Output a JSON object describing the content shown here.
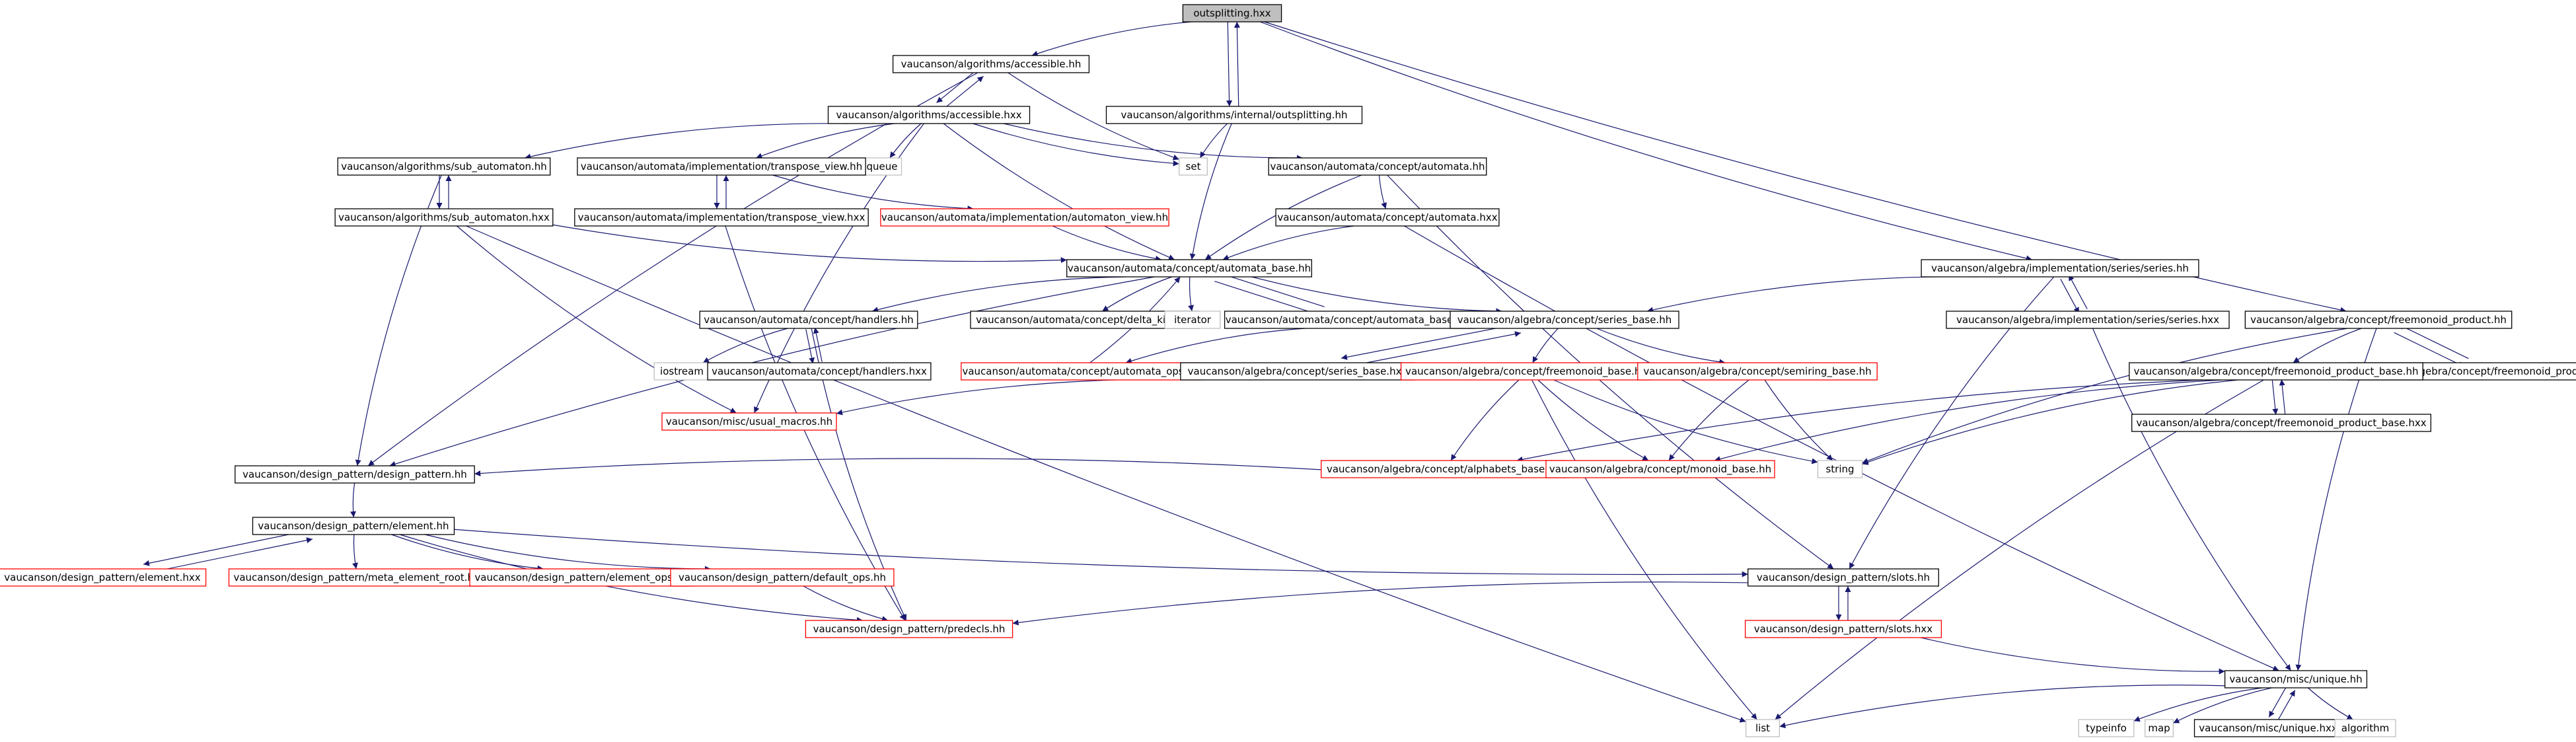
{
  "colors": {
    "edge": "#191970",
    "edge_stroke_color": "#191970",
    "border_documented": "#000000",
    "border_undocumented": "#ff0000",
    "border_system": "#bfbfbf",
    "root_fill": "#bfbfbf",
    "node_fill": "#ffffff",
    "text": "#000000"
  },
  "nodes": [
    {
      "id": "n0",
      "label": "outsplitting.hxx",
      "kind": "root"
    },
    {
      "id": "n1",
      "label": "vaucanson/algorithms/accessible.hh",
      "kind": "doc"
    },
    {
      "id": "n2",
      "label": "vaucanson/algorithms/internal/outsplitting.hh",
      "kind": "doc"
    },
    {
      "id": "n3",
      "label": "vaucanson/algebra/implementation/series/series.hh",
      "kind": "doc"
    },
    {
      "id": "n4",
      "label": "vaucanson/algebra/concept/freemonoid_product.hh",
      "kind": "doc"
    },
    {
      "id": "n5",
      "label": "vaucanson/algorithms/accessible.hxx",
      "kind": "doc"
    },
    {
      "id": "n6",
      "label": "set",
      "kind": "sys"
    },
    {
      "id": "n7",
      "label": "queue",
      "kind": "sys"
    },
    {
      "id": "n8",
      "label": "vaucanson/algorithms/sub_automaton.hh",
      "kind": "doc"
    },
    {
      "id": "n9",
      "label": "vaucanson/automata/implementation/transpose_view.hh",
      "kind": "doc"
    },
    {
      "id": "n10",
      "label": "vaucanson/automata/concept/automata.hh",
      "kind": "doc"
    },
    {
      "id": "n11",
      "label": "vaucanson/algorithms/sub_automaton.hxx",
      "kind": "doc"
    },
    {
      "id": "n12",
      "label": "vaucanson/automata/implementation/transpose_view.hxx",
      "kind": "doc"
    },
    {
      "id": "n13",
      "label": "vaucanson/automata/implementation/automaton_view.hh",
      "kind": "undoc"
    },
    {
      "id": "n14",
      "label": "vaucanson/automata/concept/automata.hxx",
      "kind": "doc"
    },
    {
      "id": "n15",
      "label": "vaucanson/automata/concept/automata_base.hh",
      "kind": "doc"
    },
    {
      "id": "n16",
      "label": "vaucanson/algebra/implementation/series/series.hxx",
      "kind": "doc"
    },
    {
      "id": "n17",
      "label": "vaucanson/automata/concept/handlers.hh",
      "kind": "doc"
    },
    {
      "id": "n18",
      "label": "vaucanson/automata/concept/delta_kind.hh",
      "kind": "doc"
    },
    {
      "id": "n19",
      "label": "iterator",
      "kind": "sys"
    },
    {
      "id": "n20",
      "label": "vaucanson/automata/concept/automata_base.hxx",
      "kind": "doc"
    },
    {
      "id": "n21",
      "label": "vaucanson/algebra/concept/series_base.hh",
      "kind": "doc"
    },
    {
      "id": "n22",
      "label": "vaucanson/algebra/concept/freemonoid_product.hxx",
      "kind": "doc"
    },
    {
      "id": "n23",
      "label": "vaucanson/algebra/concept/freemonoid_product_base.hh",
      "kind": "doc"
    },
    {
      "id": "n24",
      "label": "iostream",
      "kind": "sys"
    },
    {
      "id": "n25",
      "label": "vaucanson/automata/concept/handlers.hxx",
      "kind": "doc"
    },
    {
      "id": "n26",
      "label": "vaucanson/automata/concept/automata_ops.hh",
      "kind": "undoc"
    },
    {
      "id": "n27",
      "label": "vaucanson/algebra/concept/series_base.hxx",
      "kind": "doc"
    },
    {
      "id": "n28",
      "label": "vaucanson/algebra/concept/freemonoid_base.hh",
      "kind": "undoc"
    },
    {
      "id": "n29",
      "label": "vaucanson/algebra/concept/semiring_base.hh",
      "kind": "undoc"
    },
    {
      "id": "n30",
      "label": "vaucanson/misc/usual_macros.hh",
      "kind": "undoc"
    },
    {
      "id": "n31",
      "label": "vaucanson/algebra/concept/alphabets_base.hh",
      "kind": "undoc"
    },
    {
      "id": "n32",
      "label": "vaucanson/algebra/concept/monoid_base.hh",
      "kind": "undoc"
    },
    {
      "id": "n33",
      "label": "string",
      "kind": "sys"
    },
    {
      "id": "n34",
      "label": "vaucanson/algebra/concept/freemonoid_product_base.hxx",
      "kind": "doc"
    },
    {
      "id": "n35",
      "label": "vaucanson/design_pattern/design_pattern.hh",
      "kind": "doc"
    },
    {
      "id": "n36",
      "label": "vaucanson/design_pattern/element.hh",
      "kind": "doc"
    },
    {
      "id": "n37",
      "label": "vaucanson/design_pattern/element.hxx",
      "kind": "undoc"
    },
    {
      "id": "n38",
      "label": "vaucanson/design_pattern/meta_element_root.hh",
      "kind": "undoc"
    },
    {
      "id": "n39",
      "label": "vaucanson/design_pattern/element_ops.hh",
      "kind": "undoc"
    },
    {
      "id": "n40",
      "label": "vaucanson/design_pattern/default_ops.hh",
      "kind": "undoc"
    },
    {
      "id": "n41",
      "label": "vaucanson/design_pattern/slots.hh",
      "kind": "doc"
    },
    {
      "id": "n42",
      "label": "vaucanson/design_pattern/predecls.hh",
      "kind": "undoc"
    },
    {
      "id": "n43",
      "label": "vaucanson/design_pattern/slots.hxx",
      "kind": "undoc"
    },
    {
      "id": "n44",
      "label": "vaucanson/misc/unique.hh",
      "kind": "doc"
    },
    {
      "id": "n45",
      "label": "list",
      "kind": "sys"
    },
    {
      "id": "n46",
      "label": "typeinfo",
      "kind": "sys"
    },
    {
      "id": "n47",
      "label": "map",
      "kind": "sys"
    },
    {
      "id": "n48",
      "label": "vaucanson/misc/unique.hxx",
      "kind": "doc"
    },
    {
      "id": "n49",
      "label": "algorithm",
      "kind": "sys"
    }
  ],
  "edges": [
    [
      "n0",
      "n1"
    ],
    [
      "n0",
      "n2"
    ],
    [
      "n0",
      "n3"
    ],
    [
      "n0",
      "n4"
    ],
    [
      "n1",
      "n5"
    ],
    [
      "n1",
      "n6"
    ],
    [
      "n1",
      "n35"
    ],
    [
      "n5",
      "n1"
    ],
    [
      "n5",
      "n6"
    ],
    [
      "n5",
      "n7"
    ],
    [
      "n5",
      "n8"
    ],
    [
      "n5",
      "n9"
    ],
    [
      "n5",
      "n10"
    ],
    [
      "n5",
      "n15"
    ],
    [
      "n5",
      "n30"
    ],
    [
      "n2",
      "n0"
    ],
    [
      "n2",
      "n6"
    ],
    [
      "n2",
      "n15"
    ],
    [
      "n8",
      "n11"
    ],
    [
      "n8",
      "n35"
    ],
    [
      "n11",
      "n8"
    ],
    [
      "n11",
      "n15"
    ],
    [
      "n11",
      "n30"
    ],
    [
      "n11",
      "n45"
    ],
    [
      "n9",
      "n12"
    ],
    [
      "n9",
      "n13"
    ],
    [
      "n12",
      "n9"
    ],
    [
      "n12",
      "n42"
    ],
    [
      "n13",
      "n15"
    ],
    [
      "n10",
      "n14"
    ],
    [
      "n10",
      "n15"
    ],
    [
      "n10",
      "n41"
    ],
    [
      "n14",
      "n15"
    ],
    [
      "n14",
      "n44"
    ],
    [
      "n15",
      "n17"
    ],
    [
      "n15",
      "n18"
    ],
    [
      "n15",
      "n19"
    ],
    [
      "n15",
      "n20"
    ],
    [
      "n15",
      "n21"
    ],
    [
      "n15",
      "n35"
    ],
    [
      "n20",
      "n15"
    ],
    [
      "n20",
      "n26"
    ],
    [
      "n26",
      "n15"
    ],
    [
      "n17",
      "n24"
    ],
    [
      "n17",
      "n25"
    ],
    [
      "n17",
      "n42"
    ],
    [
      "n25",
      "n17"
    ],
    [
      "n21",
      "n27"
    ],
    [
      "n21",
      "n28"
    ],
    [
      "n21",
      "n29"
    ],
    [
      "n27",
      "n21"
    ],
    [
      "n27",
      "n30"
    ],
    [
      "n28",
      "n31"
    ],
    [
      "n28",
      "n32"
    ],
    [
      "n28",
      "n33"
    ],
    [
      "n28",
      "n45"
    ],
    [
      "n29",
      "n32"
    ],
    [
      "n29",
      "n33"
    ],
    [
      "n31",
      "n35"
    ],
    [
      "n3",
      "n16"
    ],
    [
      "n3",
      "n21"
    ],
    [
      "n3",
      "n41"
    ],
    [
      "n16",
      "n3"
    ],
    [
      "n16",
      "n44"
    ],
    [
      "n4",
      "n22"
    ],
    [
      "n4",
      "n23"
    ],
    [
      "n4",
      "n33"
    ],
    [
      "n4",
      "n44"
    ],
    [
      "n22",
      "n4"
    ],
    [
      "n23",
      "n31"
    ],
    [
      "n23",
      "n32"
    ],
    [
      "n23",
      "n33"
    ],
    [
      "n23",
      "n34"
    ],
    [
      "n23",
      "n45"
    ],
    [
      "n34",
      "n23"
    ],
    [
      "n35",
      "n36"
    ],
    [
      "n36",
      "n37"
    ],
    [
      "n36",
      "n38"
    ],
    [
      "n36",
      "n39"
    ],
    [
      "n36",
      "n40"
    ],
    [
      "n36",
      "n41"
    ],
    [
      "n36",
      "n42"
    ],
    [
      "n37",
      "n36"
    ],
    [
      "n40",
      "n42"
    ],
    [
      "n41",
      "n43"
    ],
    [
      "n41",
      "n42"
    ],
    [
      "n43",
      "n41"
    ],
    [
      "n43",
      "n44"
    ],
    [
      "n44",
      "n45"
    ],
    [
      "n44",
      "n46"
    ],
    [
      "n44",
      "n47"
    ],
    [
      "n44",
      "n48"
    ],
    [
      "n44",
      "n49"
    ],
    [
      "n48",
      "n44"
    ]
  ]
}
